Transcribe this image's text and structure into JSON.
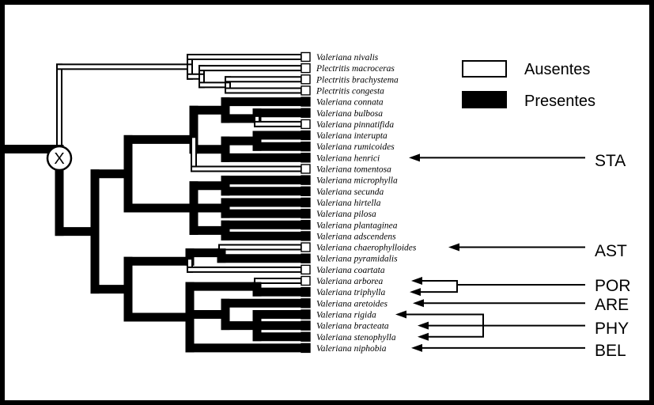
{
  "legend": {
    "absent_label": "Ausentes",
    "present_label": "Presentes"
  },
  "node_label": "X",
  "taxa": [
    "Valeriana nivalis",
    "Plectritis macroceras",
    "Plectritis brachystema",
    "Plectritis congesta",
    "Valeriana connata",
    "Valeriana bulbosa",
    "Valeriana pinnatifida",
    "Valeriana interupta",
    "Valeriana rumicoides",
    "Valeriana henrici",
    "Valeriana tomentosa",
    "Valeriana microphylla",
    "Valeriana secunda",
    "Valeriana hirtella",
    "Valeriana pilosa",
    "Valeriana plantaginea",
    "Valeriana adscendens",
    "Valeriana chaerophylloides",
    "Valeriana pyramidalis",
    "Valeriana coartata",
    "Valeriana arborea",
    "Valeriana triphylla",
    "Valeriana aretoides",
    "Valeriana rigida",
    "Valeriana bracteata",
    "Valeriana stenophylla",
    "Valeriana niphobia"
  ],
  "trait_present": [
    false,
    false,
    false,
    false,
    true,
    true,
    false,
    true,
    true,
    true,
    false,
    true,
    true,
    true,
    true,
    true,
    true,
    false,
    true,
    false,
    false,
    true,
    true,
    true,
    true,
    true,
    true
  ],
  "clade_labels": [
    {
      "text": "STA",
      "taxa": [
        9
      ]
    },
    {
      "text": "AST",
      "taxa": [
        17
      ]
    },
    {
      "text": "POR",
      "taxa": [
        20,
        21
      ]
    },
    {
      "text": "ARE",
      "taxa": [
        22
      ]
    },
    {
      "text": "PHY",
      "taxa": [
        23,
        24,
        25
      ]
    },
    {
      "text": "BEL",
      "taxa": [
        26
      ]
    }
  ],
  "colors": {
    "present": "#000000",
    "absent": "#ffffff",
    "line": "#000000"
  }
}
